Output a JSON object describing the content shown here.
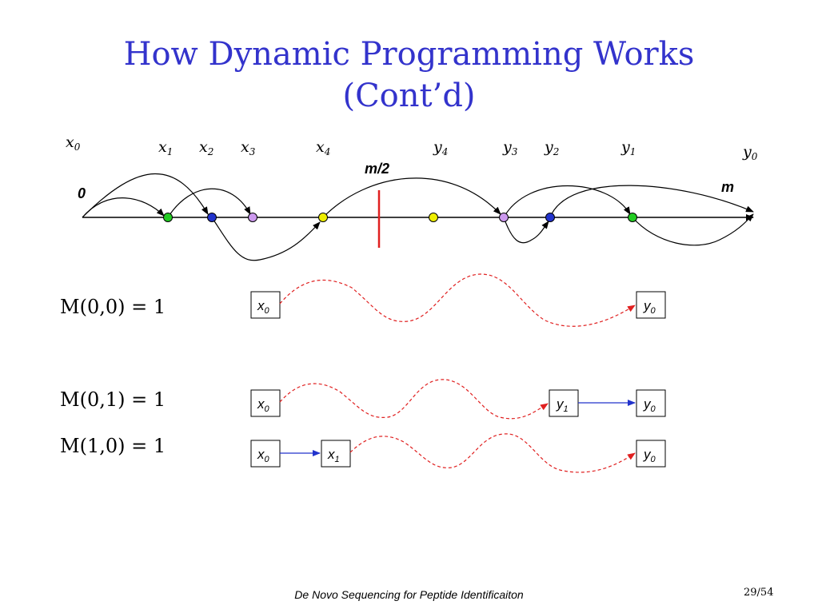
{
  "title": {
    "line1": "How Dynamic Programming Works",
    "line2": "(Cont’d)"
  },
  "axis": {
    "start_label": "0",
    "mid_label": "m/2",
    "end_label": "m",
    "top_labels": [
      {
        "base": "x",
        "sub": "0"
      },
      {
        "base": "x",
        "sub": "1"
      },
      {
        "base": "x",
        "sub": "2"
      },
      {
        "base": "x",
        "sub": "3"
      },
      {
        "base": "x",
        "sub": "4"
      },
      {
        "base": "y",
        "sub": "4"
      },
      {
        "base": "y",
        "sub": "3"
      },
      {
        "base": "y",
        "sub": "2"
      },
      {
        "base": "y",
        "sub": "1"
      },
      {
        "base": "y",
        "sub": "0"
      }
    ],
    "colors": {
      "green": "#22cc22",
      "blue": "#2233cc",
      "purple": "#cc99ee",
      "yellow": "#eeee00",
      "red": "#e02020"
    }
  },
  "rows": [
    {
      "label": "M(0,0) = 1",
      "boxes": [
        {
          "base": "x",
          "sub": "0"
        },
        {
          "base": "y",
          "sub": "0"
        }
      ]
    },
    {
      "label": "M(0,1) = 1",
      "boxes": [
        {
          "base": "x",
          "sub": "0"
        },
        {
          "base": "y",
          "sub": "1"
        },
        {
          "base": "y",
          "sub": "0"
        }
      ]
    },
    {
      "label": "M(1,0) = 1",
      "boxes": [
        {
          "base": "x",
          "sub": "0"
        },
        {
          "base": "x",
          "sub": "1"
        },
        {
          "base": "y",
          "sub": "0"
        }
      ]
    }
  ],
  "footer": "De Novo Sequencing for Peptide Identificaiton",
  "page_number": "29/54"
}
